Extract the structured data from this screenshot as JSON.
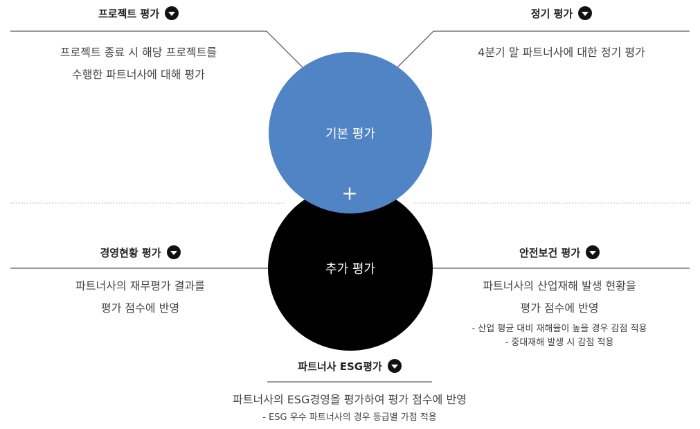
{
  "colors": {
    "basic_circle": "#5184c4",
    "additional_circle": "#000000",
    "line": "#333333",
    "divider": "#bbbbbb"
  },
  "circles": {
    "basic": "기본 평가",
    "additional": "추가 평가",
    "plus": "+"
  },
  "project_eval": {
    "title": "프로젝트 평가",
    "desc": [
      "프로젝트 종료 시 해당 프로젝트를",
      "수행한 파트너사에 대해 평가"
    ],
    "icon": "chevron-down-icon"
  },
  "regular_eval": {
    "title": "정기 평가",
    "desc": [
      "4분기 말 파트너사에 대한 정기 평가"
    ],
    "icon": "chevron-down-icon"
  },
  "management_eval": {
    "title": "경영현황 평가",
    "desc": [
      "파트너사의 재무평가 결과를",
      "평가 점수에 반영"
    ],
    "icon": "chevron-down-icon"
  },
  "safety_eval": {
    "title": "안전보건 평가",
    "desc": [
      "파트너사의 산업재해 발생 현황을",
      "평가 점수에 반영"
    ],
    "notes": [
      "- 산업 평균 대비 재해율이 높을 경우 감점 적용",
      "- 중대재해 발생 시 감점 적용"
    ],
    "icon": "chevron-down-icon"
  },
  "esg_eval": {
    "title": "파트너사 ESG평가",
    "desc": [
      "파트너사의 ESG경영을 평가하여 평가 점수에 반영"
    ],
    "notes": [
      "- ESG 우수 파트너사의 경우 등급별 가점 적용"
    ],
    "icon": "chevron-down-icon"
  }
}
